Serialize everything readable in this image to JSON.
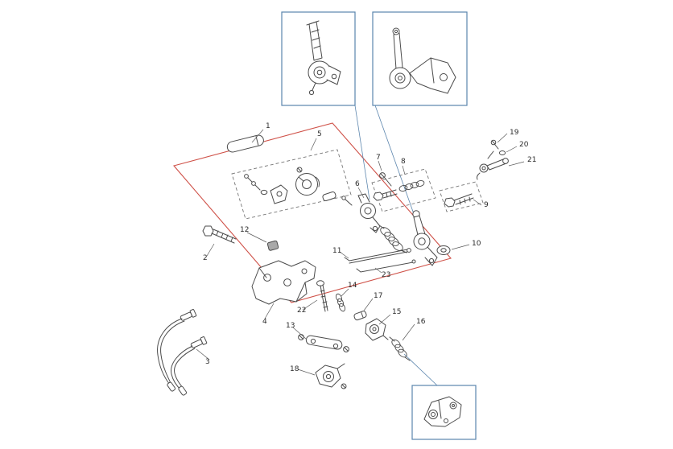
{
  "figure": {
    "type": "exploded-parts-diagram"
  },
  "colors": {
    "background": "#ffffff",
    "callout_border": "#5b85ad",
    "section_plane": "#cf5148",
    "part_line": "#4b4b4b",
    "dashed_group": "#767676",
    "label_text": "#2b2b2b"
  },
  "labels": [
    {
      "text": "1"
    },
    {
      "text": "2"
    },
    {
      "text": "3"
    },
    {
      "text": "4"
    },
    {
      "text": "5"
    },
    {
      "text": "6"
    },
    {
      "text": "7"
    },
    {
      "text": "8"
    },
    {
      "text": "9"
    },
    {
      "text": "10"
    },
    {
      "text": "11"
    },
    {
      "text": "12"
    },
    {
      "text": "13"
    },
    {
      "text": "14"
    },
    {
      "text": "15"
    },
    {
      "text": "16"
    },
    {
      "text": "17"
    },
    {
      "text": "18"
    },
    {
      "text": "19"
    },
    {
      "text": "20"
    },
    {
      "text": "21"
    },
    {
      "text": "22"
    },
    {
      "text": "23"
    }
  ]
}
